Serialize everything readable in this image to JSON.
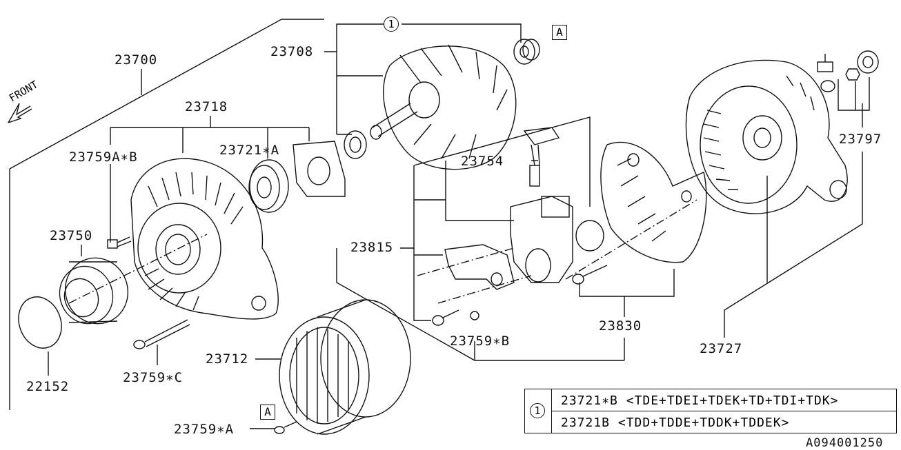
{
  "front_label": "FRONT",
  "parts": {
    "p23700": "23700",
    "p23708": "23708",
    "p23718": "23718",
    "p23759AB": "23759A∗B",
    "p23721A": "23721∗A",
    "p23750": "23750",
    "p22152": "22152",
    "p23759C": "23759∗C",
    "p23712": "23712",
    "p23759A": "23759∗A",
    "p23754": "23754",
    "p23815": "23815",
    "p23759B": "23759∗B",
    "p23830": "23830",
    "p23727": "23727",
    "p23797": "23797"
  },
  "callouts": {
    "circle_1": "1",
    "box_a_top": "A",
    "box_a_bottom": "A"
  },
  "legend": {
    "symbol": "1",
    "row1": "23721∗B <TDE+TDEI+TDEK+TD+TDI+TDK>",
    "row2": "23721B  <TDD+TDDE+TDDK+TDDEK>"
  },
  "footer_code": "A094001250"
}
